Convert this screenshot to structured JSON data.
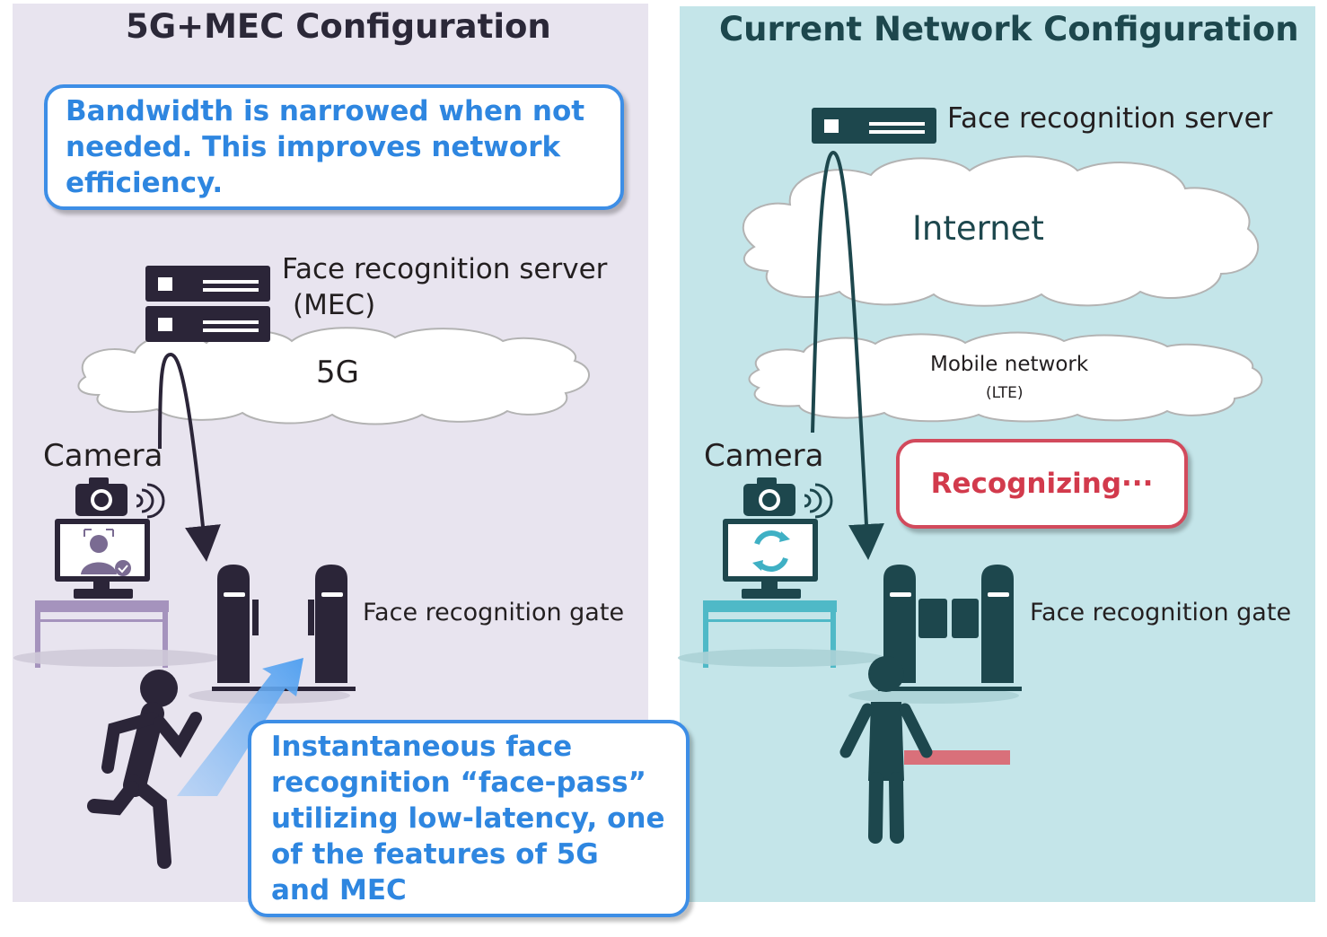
{
  "left": {
    "title": "5G+MEC Configuration",
    "callout_top": "Bandwidth is narrowed when not needed. This improves network efficiency.",
    "server_label": "Face recognition server",
    "server_sublabel": "(MEC)",
    "cloud_label": "5G",
    "camera_label": "Camera",
    "gate_label": "Face recognition gate",
    "callout_bottom": "Instantaneous face recognition “face-pass” utilizing low-latency, one of the features of 5G and MEC"
  },
  "right": {
    "title": "Current Network Configuration",
    "server_label": "Face recognition server",
    "internet_label": "Internet",
    "mobile_label": "Mobile network",
    "mobile_sublabel": "(LTE)",
    "camera_label": "Camera",
    "status_callout": "Recognizing···",
    "gate_label": "Face recognition gate"
  },
  "colors": {
    "left_panel": "#e8e4ef",
    "right_panel": "#c4e5e9",
    "left_icon": "#2b2538",
    "right_icon": "#1d474d",
    "accent_blue": "#3d8ee6",
    "accent_red": "#d24a5c"
  },
  "icons": [
    "server-icon",
    "cloud-icon",
    "camera-icon",
    "wireless-signal-icon",
    "monitor-icon",
    "face-check-icon",
    "refresh-icon",
    "desk-icon",
    "gate-icon",
    "running-person-icon",
    "standing-person-icon",
    "arrow-icon"
  ]
}
